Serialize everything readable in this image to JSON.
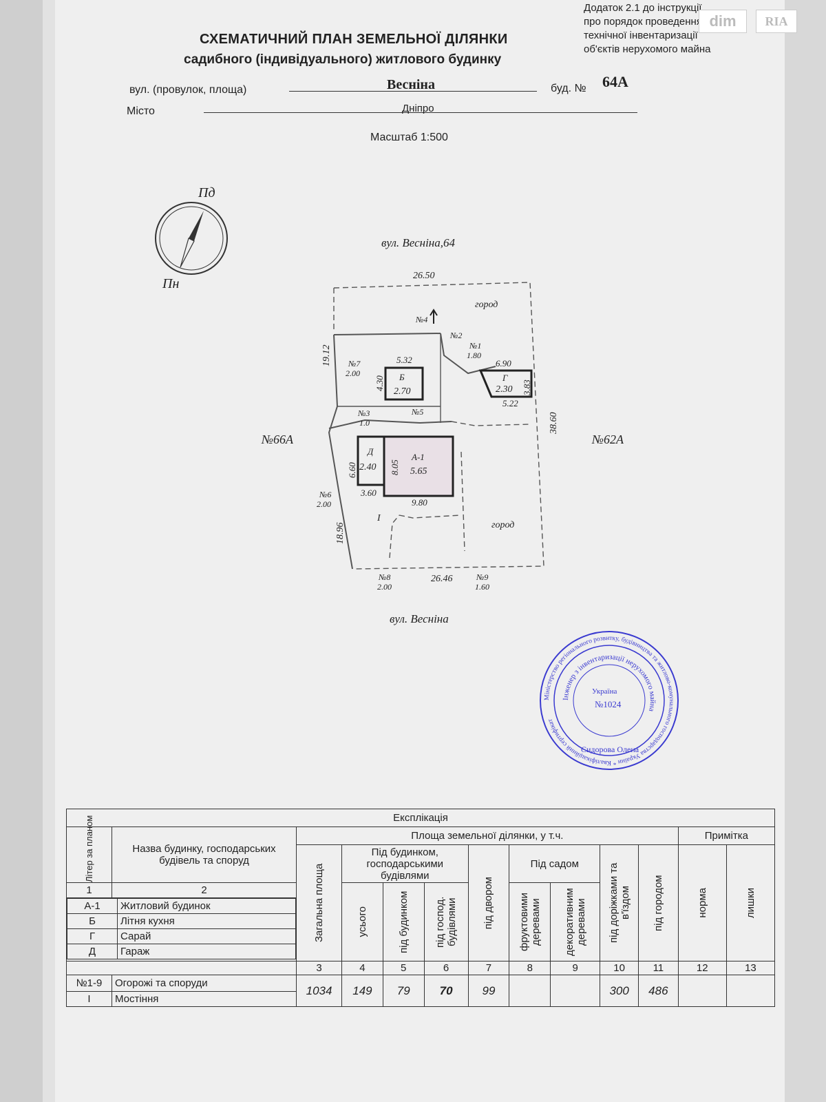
{
  "header": {
    "appendix_lines": [
      "Додаток 2.1 до інструкції",
      "про порядок проведення",
      "технічної інвентаризації",
      "об'єктів нерухомого майна"
    ],
    "title_line1": "СХЕМАТИЧНИЙ ПЛАН ЗЕМЕЛЬНОЇ ДІЛЯНКИ",
    "title_line2": "садибного (індивідуального) житлового будинку",
    "street_label": "вул. (провулок, площа)",
    "street_value": "Весніна",
    "building_label": "буд. №",
    "building_value": "64А",
    "city_label": "Місто",
    "city_value": "Дніпро",
    "scale": "Масштаб 1:500"
  },
  "watermark": {
    "dim": "dim",
    "ria": "RIA"
  },
  "compass": {
    "north": "Пн",
    "south": "Пд"
  },
  "plan": {
    "top_street": "вул. Весніна,64",
    "bottom_street": "вул. Весніна",
    "left_neighbor": "№66А",
    "right_neighbor": "№62А",
    "dim_top": "26.50",
    "dim_bottom": "26.46",
    "dim_right": "38.60",
    "dim_left_upper": "19.12",
    "dim_left_lower": "18.96",
    "garden_top": "город",
    "garden_bottom": "город",
    "yard": "І",
    "fences": [
      {
        "id": "№1",
        "len": "1.80"
      },
      {
        "id": "№2",
        "len": ""
      },
      {
        "id": "№3",
        "len": "1.0"
      },
      {
        "id": "№4",
        "len": ""
      },
      {
        "id": "№5",
        "len": ""
      },
      {
        "id": "№6",
        "len": "2.00"
      },
      {
        "id": "№7",
        "len": "2.00"
      },
      {
        "id": "№8",
        "len": "2.00"
      },
      {
        "id": "№9",
        "len": "1.60"
      }
    ],
    "buildings": {
      "B": {
        "letter": "Б",
        "h": "2.70",
        "w": "5.32",
        "d": "4.30"
      },
      "G": {
        "letter": "Г",
        "h": "2.30",
        "w_top": "6.90",
        "w_bottom": "5.22",
        "d": "3.83"
      },
      "D": {
        "letter": "Д",
        "h": "2.40",
        "d": "6.60",
        "w": "3.60"
      },
      "A": {
        "letter": "А-1",
        "h": "5.65",
        "d": "8.05",
        "w": "9.80"
      }
    }
  },
  "stamp": {
    "outer": "Міністерство регіонального розвитку, будівництва та житлово-комунального господарства України * Кваліфікаційний сертифікат",
    "inner": "Інженер з інвентаризації нерухомого майна",
    "number": "№1024",
    "country": "Україна",
    "name": "Сидорова Олена"
  },
  "table": {
    "title": "Експлікація",
    "col_letter": "Літер за планом",
    "col_name": "Назва будинку, господарських будівель та споруд",
    "area_header": "Площа земельної ділянки, у т.ч.",
    "note_header": "Примітка",
    "col_total": "Загальна площа",
    "under_buildings": "Під будинком, господарськими будівлями",
    "col_all": "усього",
    "col_house": "під будинком",
    "col_outbuild": "під господ. будівлями",
    "col_yard": "під двором",
    "garden_header": "Під садом",
    "col_fruit": "фруктовими деревами",
    "col_decor": "декоративним деревами",
    "col_paths": "під доріжками та в'їздом",
    "col_veg": "під городом",
    "col_norm": "норма",
    "col_excess": "лишки",
    "col_numbers": [
      "1",
      "2",
      "3",
      "4",
      "5",
      "6",
      "7",
      "8",
      "9",
      "10",
      "11",
      "12",
      "13"
    ],
    "rows": [
      {
        "letter": "А-1",
        "name": "Житловий будинок"
      },
      {
        "letter": "Б",
        "name": "Літня кухня"
      },
      {
        "letter": "Г",
        "name": "Сарай"
      },
      {
        "letter": "Д",
        "name": "Гараж"
      }
    ],
    "fence_row": {
      "letter": "№1-9",
      "name": "Огорожі та споруди"
    },
    "last_row": {
      "letter": "І",
      "name": "Мостіння"
    },
    "values": {
      "total": "1034",
      "all": "149",
      "house": "79",
      "outbuild": "70",
      "yard": "99",
      "fruit": "",
      "decor": "",
      "paths": "300",
      "veg": "486",
      "norm": "",
      "excess": ""
    }
  }
}
